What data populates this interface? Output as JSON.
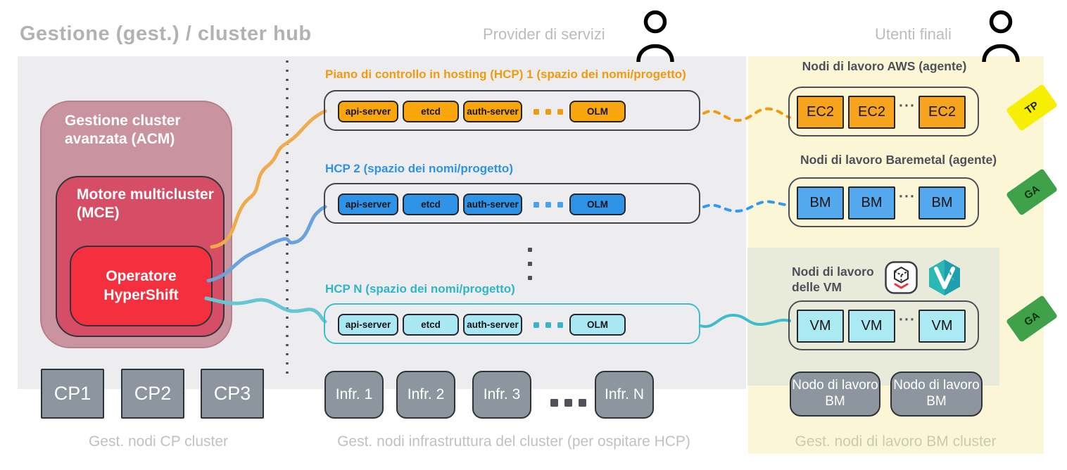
{
  "page": {
    "title": "Gestione (gest.) / cluster hub"
  },
  "actors": {
    "provider": "Provider di servizi",
    "end_users": "Utenti finali"
  },
  "hub": {
    "acm_label": "Gestione cluster avanzata (ACM)",
    "mce_label": "Motore multicluster (MCE)",
    "hypershift_label": "Operatore HyperShift"
  },
  "hcp_rows": [
    {
      "title": "Piano di controllo in hosting (HCP) 1 (spazio dei nomi/progetto)",
      "components": [
        "api-server",
        "etcd",
        "auth-server",
        "OLM"
      ]
    },
    {
      "title": "HCP 2 (spazio dei nomi/progetto)",
      "components": [
        "api-server",
        "etcd",
        "auth-server",
        "OLM"
      ]
    },
    {
      "title": "HCP N (spazio dei nomi/progetto)",
      "components": [
        "api-server",
        "etcd",
        "auth-server",
        "OLM"
      ]
    }
  ],
  "worker_groups": [
    {
      "title": "Nodi di lavoro AWS (agente)",
      "nodes": [
        "EC2",
        "EC2",
        "EC2"
      ],
      "ellipsis": "···",
      "badge": "TP"
    },
    {
      "title": "Nodi di lavoro Baremetal (agente)",
      "nodes": [
        "BM",
        "BM",
        "BM"
      ],
      "ellipsis": "···",
      "badge": "GA"
    },
    {
      "title": "Nodi di lavoro delle VM",
      "nodes": [
        "VM",
        "VM",
        "VM"
      ],
      "ellipsis": "···",
      "badge": "GA"
    }
  ],
  "management_nodes": {
    "cp": [
      "CP1",
      "CP2",
      "CP3"
    ],
    "infra": [
      "Infr. 1",
      "Infr. 2",
      "Infr. 3",
      "Infr. N"
    ],
    "bm_workers": [
      "Nodo di lavoro BM",
      "Nodo di lavoro BM"
    ]
  },
  "captions": {
    "cp": "Gest. nodi CP cluster",
    "infra": "Gest. nodi infrastruttura del cluster (per ospitare HCP)",
    "bm": "Gest. nodi di lavoro BM cluster"
  },
  "icons": {
    "virt_operator": "openshift-virtualization-cube",
    "kubevirt": "kubevirt-hexagon"
  },
  "colors": {
    "hcp1_accent": "#f09a0e",
    "hcp1_box": "#f9a60d",
    "hcp2_accent": "#2e93e6",
    "hcp2_box": "#2e93e6",
    "hcpn_accent": "#2fb5c8",
    "hcpn_box": "#a9e8f3",
    "ec2_box": "#f6a41d",
    "bm_box": "#54a8ee",
    "vm_box": "#abe9f3",
    "acm": "#c9939f",
    "mce": "#d64e66",
    "hypershift": "#f4303e",
    "mgmt_node": "#8d969e",
    "badge_tp": "#f6ee05",
    "badge_ga": "#3fa24a",
    "panel_gray": "#ededef",
    "panel_yellow": "#fbf7d6",
    "panel_green": "#e8ebda"
  }
}
